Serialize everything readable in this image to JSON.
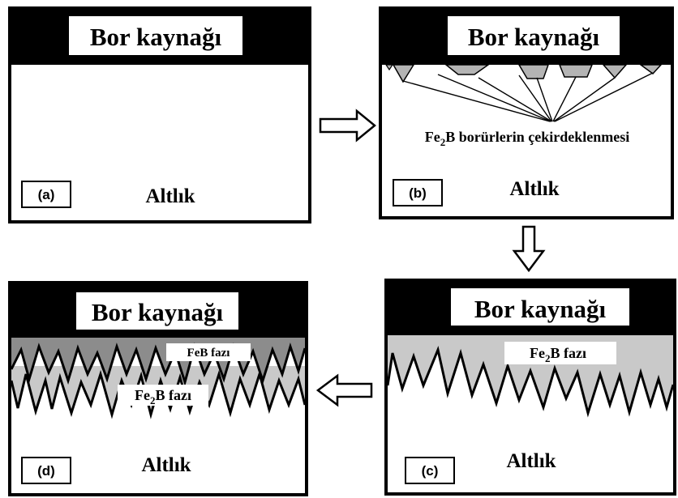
{
  "panels": {
    "a": {
      "header": "Bor kaynağı",
      "tag": "(a)",
      "substrate": "Altlık"
    },
    "b": {
      "header": "Bor kaynağı",
      "tag": "(b)",
      "substrate": "Altlık",
      "note": {
        "prefix": "Fe",
        "subscript": "2",
        "suffix": "B borürlerin çekirdeklenmesi"
      }
    },
    "c": {
      "header": "Bor kaynağı",
      "tag": "(c)",
      "substrate": "Altlık",
      "phase": {
        "prefix": "Fe",
        "subscript": "2",
        "suffix": "B fazı"
      }
    },
    "d": {
      "header": "Bor kaynağı",
      "tag": "(d)",
      "substrate": "Altlık",
      "phase_top": "FeB fazı",
      "phase_bottom": {
        "prefix": "Fe",
        "subscript": "2",
        "suffix": "B fazı"
      }
    }
  },
  "colors": {
    "border": "#000000",
    "background": "#ffffff",
    "feb_phase": "#8c8c8c",
    "fe2b_phase": "#c9c9c9",
    "nuclei": "#b4b4b4"
  },
  "arrows": [
    "arrow-right",
    "arrow-down",
    "arrow-left"
  ]
}
